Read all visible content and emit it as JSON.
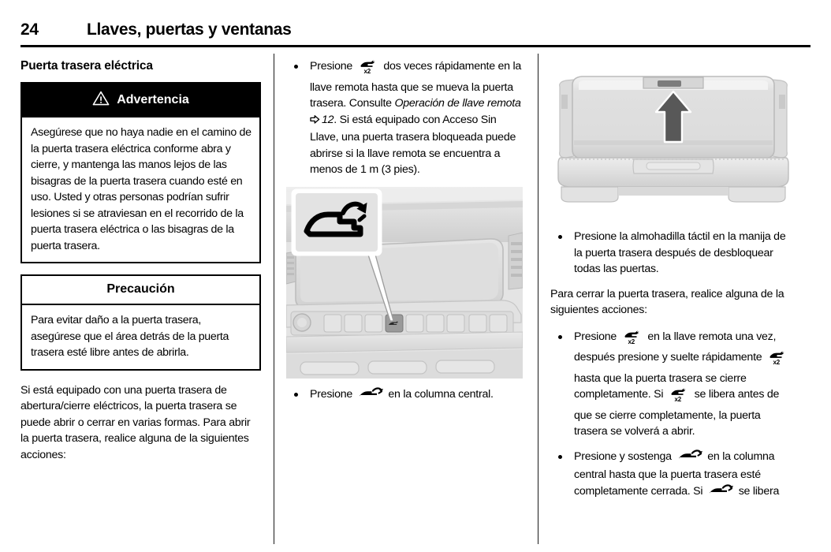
{
  "header": {
    "page_number": "24",
    "title": "Llaves, puertas y ventanas"
  },
  "column1": {
    "section_title": "Puerta trasera eléctrica",
    "warning": {
      "icon": "warning-triangle-icon",
      "heading": "Advertencia",
      "body": "Asegúrese que no haya nadie en el camino de la puerta trasera eléctrica conforme abra y cierre, y mantenga las manos lejos de las bisagras de la puerta trasera cuando esté en uso. Usted y otras personas podrían sufrir lesiones si se atraviesan en el recorrido de la puerta trasera eléctrica o las bisagras de la puerta trasera."
    },
    "caution": {
      "heading": "Precaución",
      "body": "Para evitar daño a la puerta trasera, asegúrese que el área detrás de la puerta trasera esté libre antes de abrirla."
    },
    "intro_paragraph": "Si está equipado con una puerta trasera de abertura/cierre eléctricos, la puerta trasera se puede abrir o cerrar en varias formas. Para abrir la puerta trasera, realice alguna de la siguientes acciones:"
  },
  "column2": {
    "bullet1": {
      "text_before_icon": "Presione",
      "icon": "liftgate-x2-icon",
      "text_after_icon": "dos veces rápidamente en la llave remota hasta que se mueva la puerta trasera. Consulte ",
      "italic_ref": "Operación de llave remota",
      "ref_arrow": "⇨",
      "ref_page": "12",
      "text_tail": ". Si está equipado con Acceso Sin Llave, una puerta trasera bloqueada puede abrirse si la llave remota se encuentra a menos de 1 m (3 pies)."
    },
    "figure": {
      "name": "center-stack-liftgate-button-photo",
      "callout_icon": "liftgate-open-icon"
    },
    "bullet2": {
      "text_before_icon": "Presione",
      "icon": "liftgate-open-icon",
      "text_after_icon": "en la columna central."
    }
  },
  "column3": {
    "figure": {
      "name": "tailgate-touchpad-photo",
      "arrow_icon": "up-arrow-icon"
    },
    "bullet1": "Presione la almohadilla táctil en la manija de la puerta trasera después de desbloquear todas las puertas.",
    "paragraph": "Para cerrar la puerta trasera, realice alguna de la siguientes acciones:",
    "bullet2": {
      "seg1": "Presione",
      "icon1": "liftgate-x2-icon",
      "seg2": "en la llave remota una vez, después presione y suelte rápidamente",
      "icon2": "liftgate-x2-icon",
      "seg3": "hasta que la puerta trasera se cierre completamente. Si",
      "icon3": "liftgate-x2-icon",
      "seg4": "se libera antes de que se cierre completamente, la puerta trasera se volverá a abrir."
    },
    "bullet3": {
      "seg1": "Presione y sostenga",
      "icon1": "liftgate-open-icon",
      "seg2": "en la columna central hasta que la puerta trasera esté completamente cerrada. Si",
      "icon2": "liftgate-open-icon",
      "seg3": "se libera"
    }
  },
  "colors": {
    "text": "#000000",
    "rule": "#000000",
    "warning_header_bg": "#000000",
    "warning_header_text": "#ffffff",
    "photo_gray": "#d9d9d9",
    "arrow_gray": "#585858"
  }
}
